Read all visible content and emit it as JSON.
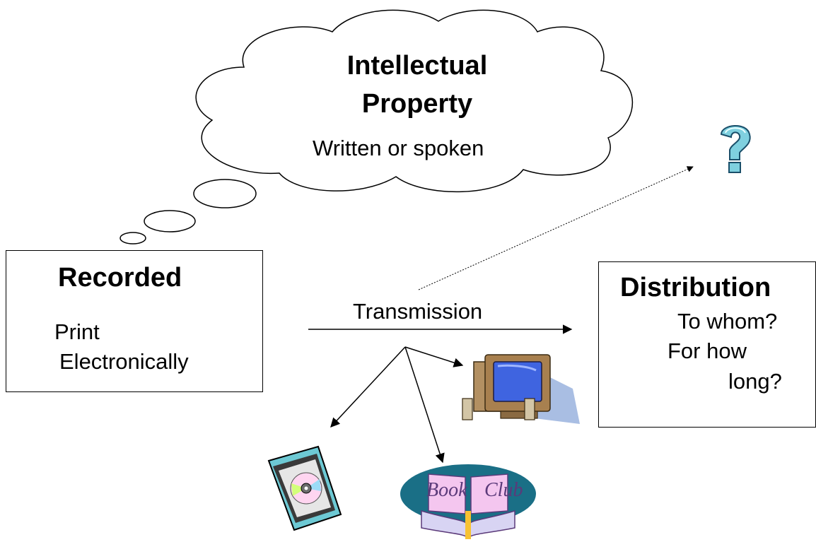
{
  "cloud": {
    "title_line1": "Intellectual",
    "title_line2": "Property",
    "subtitle": "Written or spoken"
  },
  "recorded": {
    "title": "Recorded",
    "line1": "Print",
    "line2": "Electronically"
  },
  "transmission": {
    "label": "Transmission"
  },
  "distribution": {
    "title": "Distribution",
    "line1": "To whom?",
    "line2": "For how",
    "line3": "long?"
  },
  "book_club": {
    "word1": "Book",
    "word2": "Club"
  },
  "icons": [
    "question-mark-icon",
    "computer-icon",
    "cd-case-icon",
    "book-club-icon"
  ]
}
